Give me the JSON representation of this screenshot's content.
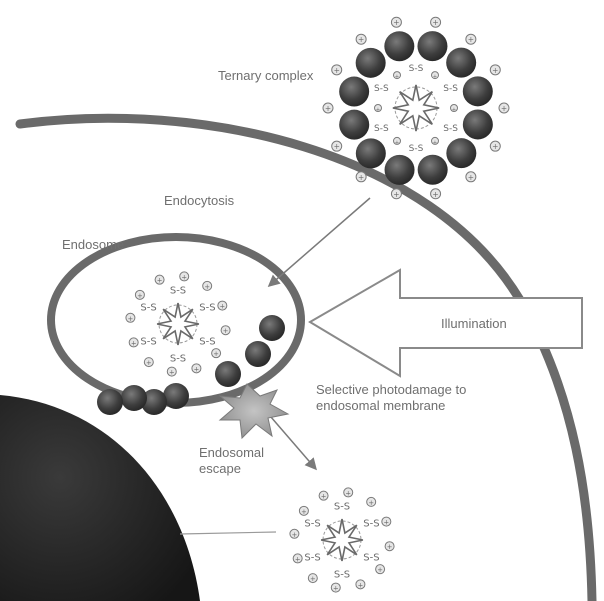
{
  "labels": {
    "ternary_complex": "Ternary complex",
    "endocytosis": "Endocytosis",
    "endosome": "Endosome",
    "illumination": "Illumination",
    "selective_photodamage": "Selective photodamage to endosomal membrane",
    "endosomal_escape": "Endosomal escape"
  },
  "glyphs": {
    "disulfide": "S-S",
    "charge": "+"
  },
  "colors": {
    "membrane": "#6a6a6a",
    "nucleus": "#232323",
    "dark_sphere": "#3e3e3e",
    "small_bead": "#dcdcdc",
    "photodamage_burst": "#8f8f8f",
    "text": "#6f6f6f"
  }
}
